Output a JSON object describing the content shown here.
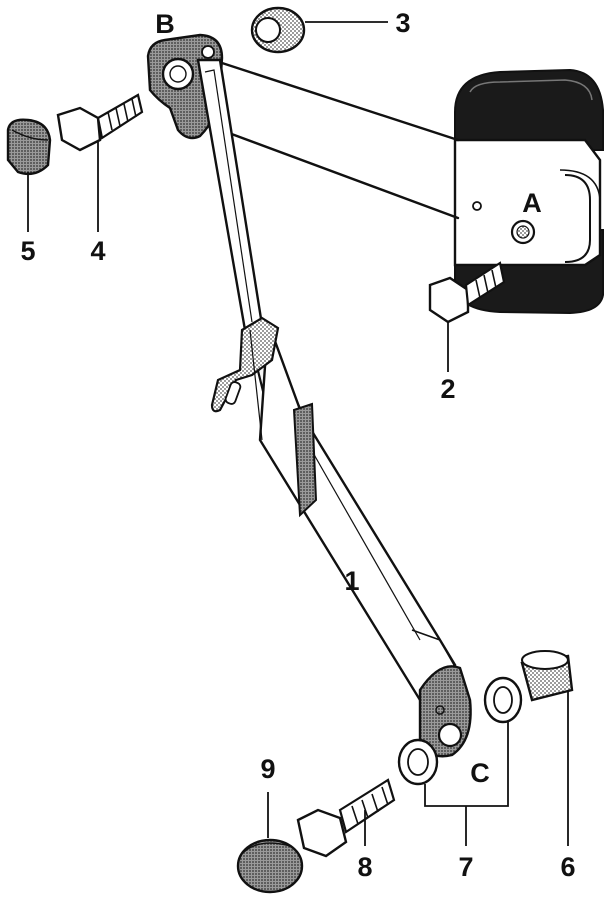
{
  "colors": {
    "ink": "#111111",
    "paper": "#ffffff",
    "webbing": "#f4f4f4",
    "shade": "#8a8a8a",
    "dark": "#1a1a1a"
  },
  "callouts": {
    "part1": "1",
    "part2": "2",
    "part3": "3",
    "part4": "4",
    "part5": "5",
    "part6": "6",
    "part7": "7",
    "part8": "8",
    "part9": "9",
    "pointA": "A",
    "pointB": "B",
    "pointC": "C"
  },
  "icons": [
    "retractor-reel",
    "belt-webbing",
    "bolt",
    "cap-nut",
    "grommet",
    "spacer-bushing",
    "washer",
    "anchor-plate"
  ]
}
